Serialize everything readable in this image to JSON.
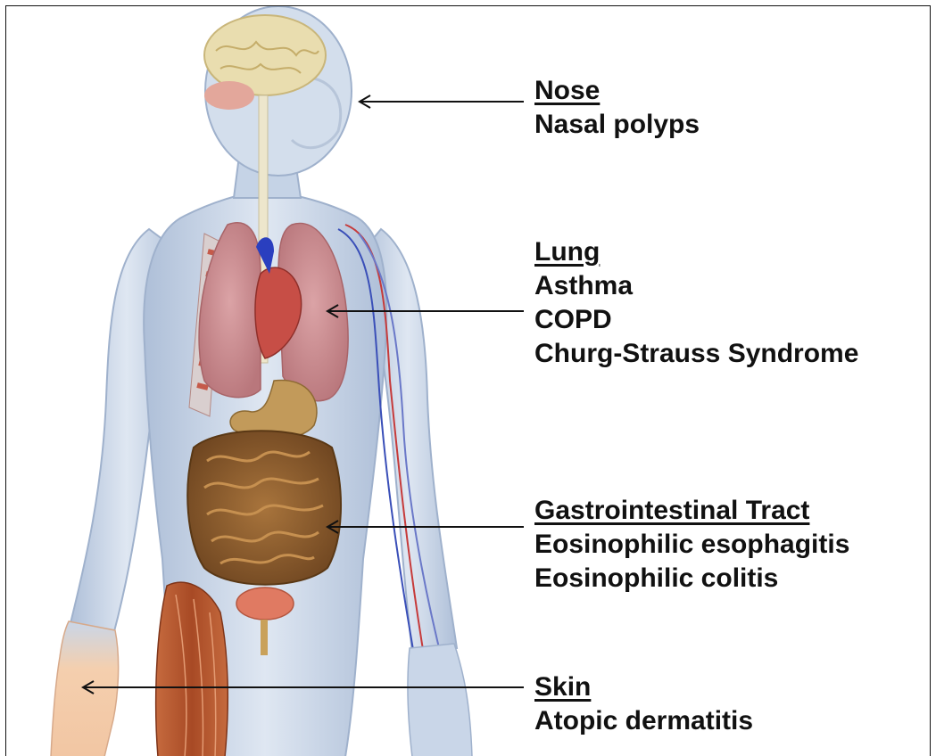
{
  "colors": {
    "body_fill": "#c9d6e8",
    "body_outline": "#8ea4c4",
    "lung": "#c98a8e",
    "heart": "#c9504a",
    "intestine": "#8a5a2a",
    "muscle": "#b8592f",
    "brain": "#e8dcae",
    "arrow": "#111111"
  },
  "labels": {
    "nose": {
      "heading": "Nose",
      "items": [
        "Nasal polyps"
      ]
    },
    "lung": {
      "heading": "Lung",
      "items": [
        "Asthma",
        "COPD",
        "Churg-Strauss Syndrome"
      ]
    },
    "gi": {
      "heading": "Gastrointestinal Tract",
      "items": [
        "Eosinophilic esophagitis",
        "Eosinophilic colitis"
      ]
    },
    "skin": {
      "heading": "Skin",
      "items": [
        "Atopic dermatitis"
      ]
    }
  }
}
